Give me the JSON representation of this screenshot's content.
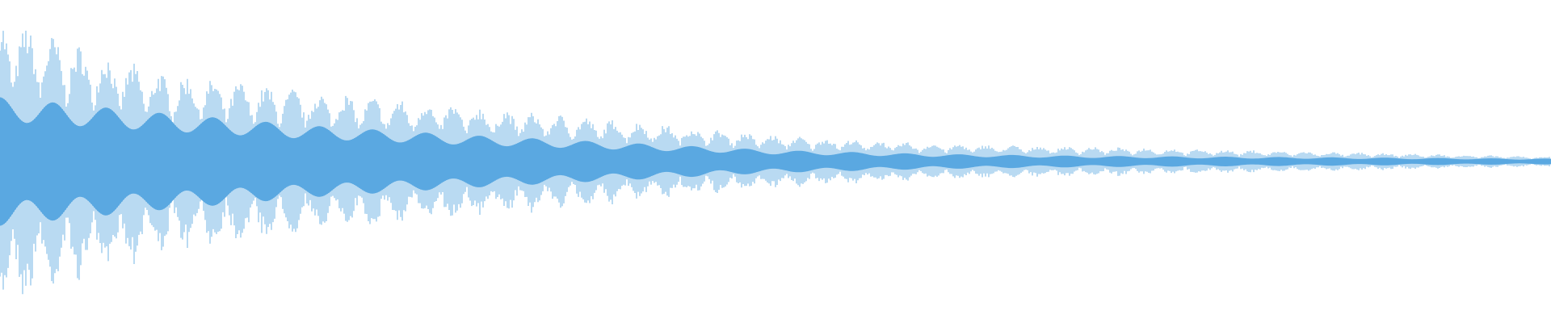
{
  "waveform": {
    "color": "#5aa8e1",
    "background": "#ffffff",
    "envelope": [
      {
        "t": 0.0,
        "peak": 0.88,
        "core": 0.34
      },
      {
        "t": 0.1,
        "peak": 0.55,
        "core": 0.26
      },
      {
        "t": 0.2,
        "peak": 0.43,
        "core": 0.19
      },
      {
        "t": 0.3,
        "peak": 0.34,
        "core": 0.14
      },
      {
        "t": 0.4,
        "peak": 0.25,
        "core": 0.1
      },
      {
        "t": 0.5,
        "peak": 0.16,
        "core": 0.06
      },
      {
        "t": 0.6,
        "peak": 0.11,
        "core": 0.04
      },
      {
        "t": 0.7,
        "peak": 0.09,
        "core": 0.03
      },
      {
        "t": 0.8,
        "peak": 0.07,
        "core": 0.025
      },
      {
        "t": 0.9,
        "peak": 0.05,
        "core": 0.02
      },
      {
        "t": 1.0,
        "peak": 0.03,
        "core": 0.015
      }
    ]
  }
}
